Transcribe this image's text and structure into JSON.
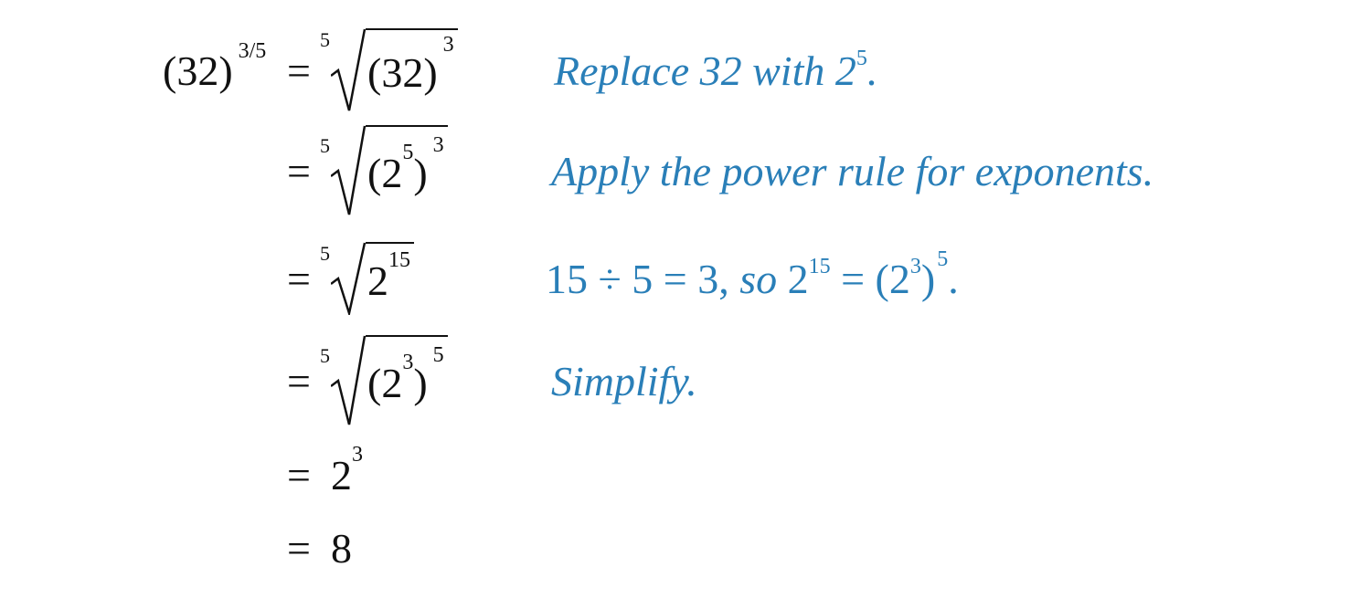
{
  "colors": {
    "text": "#111111",
    "note": "#2a7fb8"
  },
  "rows": [
    {
      "lhs": "(32)",
      "lhs_exp": "3/5",
      "eq": "=",
      "index": "5",
      "radicand": "(32)",
      "radicand_exp": "3",
      "note": "Replace 32 with 2",
      "note_exp": "5",
      "note_end": "."
    },
    {
      "eq": "=",
      "index": "5",
      "base_open": "(2",
      "inner_exp": "5",
      "base_close": ")",
      "outer_exp": "3",
      "note": "Apply the power rule for exponents."
    },
    {
      "eq": "=",
      "index": "5",
      "base": "2",
      "exp": "15",
      "note_a": "15 ÷ 5 = 3,",
      "note_so": "so",
      "note_b": "2",
      "note_b_exp": "15",
      "note_c": "= (2",
      "note_c_exp": "3",
      "note_d": ")",
      "note_d_exp": "5",
      "note_end": "."
    },
    {
      "eq": "=",
      "index": "5",
      "base_open": "(2",
      "inner_exp": "3",
      "base_close": ")",
      "outer_exp": "5",
      "note": "Simplify."
    },
    {
      "eq": "=",
      "base": "2",
      "exp": "3"
    },
    {
      "eq": "=",
      "value": "8"
    }
  ]
}
